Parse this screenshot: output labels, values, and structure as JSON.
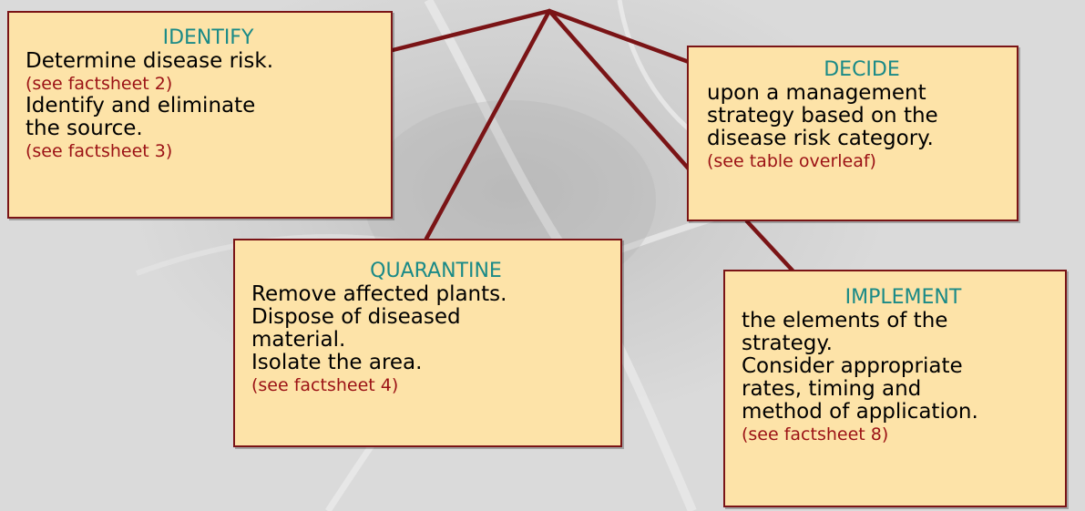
{
  "colors": {
    "box_fill": "#fde3a8",
    "box_border": "#7a1416",
    "title_color": "#1a8a87",
    "reference_color": "#9b1115",
    "connector_color": "#7a1416"
  },
  "boxes": {
    "identify": {
      "title": "IDENTIFY",
      "line1": "Determine disease risk.",
      "ref1": "(see factsheet 2)",
      "line2": "Identify and eliminate\nthe source.",
      "ref2": "(see factsheet 3)"
    },
    "decide": {
      "title": "DECIDE",
      "line1": "upon a management\nstrategy based on the\ndisease risk category.",
      "ref1": "(see table overleaf)"
    },
    "quarantine": {
      "title": "QUARANTINE",
      "line1": "Remove affected plants.\nDispose of diseased\nmaterial.\nIsolate the area.",
      "ref1": "(see factsheet 4)"
    },
    "implement": {
      "title": "IMPLEMENT",
      "line1": "the elements of the\nstrategy.\nConsider appropriate\nrates, timing and\nmethod of application.",
      "ref1": "(see factsheet 8)"
    }
  }
}
